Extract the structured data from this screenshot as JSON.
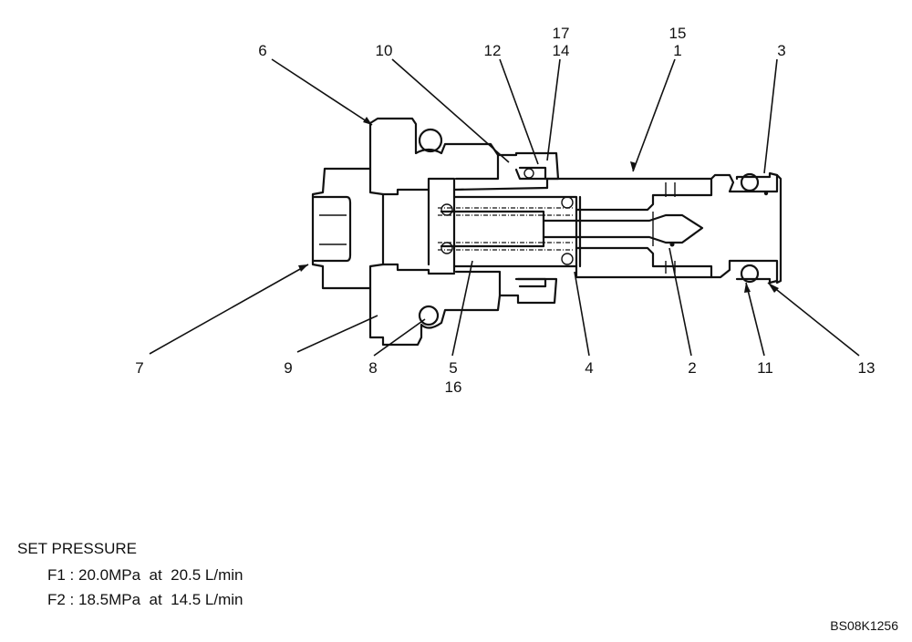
{
  "callouts": {
    "c1": "1",
    "c2": "2",
    "c3": "3",
    "c4": "4",
    "c5": "5",
    "c6": "6",
    "c7": "7",
    "c8": "8",
    "c9": "9",
    "c10": "10",
    "c11": "11",
    "c12": "12",
    "c13": "13",
    "c14": "14",
    "c15": "15",
    "c16": "16",
    "c17": "17"
  },
  "set_pressure": {
    "heading": "SET PRESSURE",
    "f1": "F1 : 20.0MPa  at  20.5 L/min",
    "f2": "F2 : 18.5MPa  at  14.5 L/min"
  },
  "drawing_code": "BS08K1256"
}
